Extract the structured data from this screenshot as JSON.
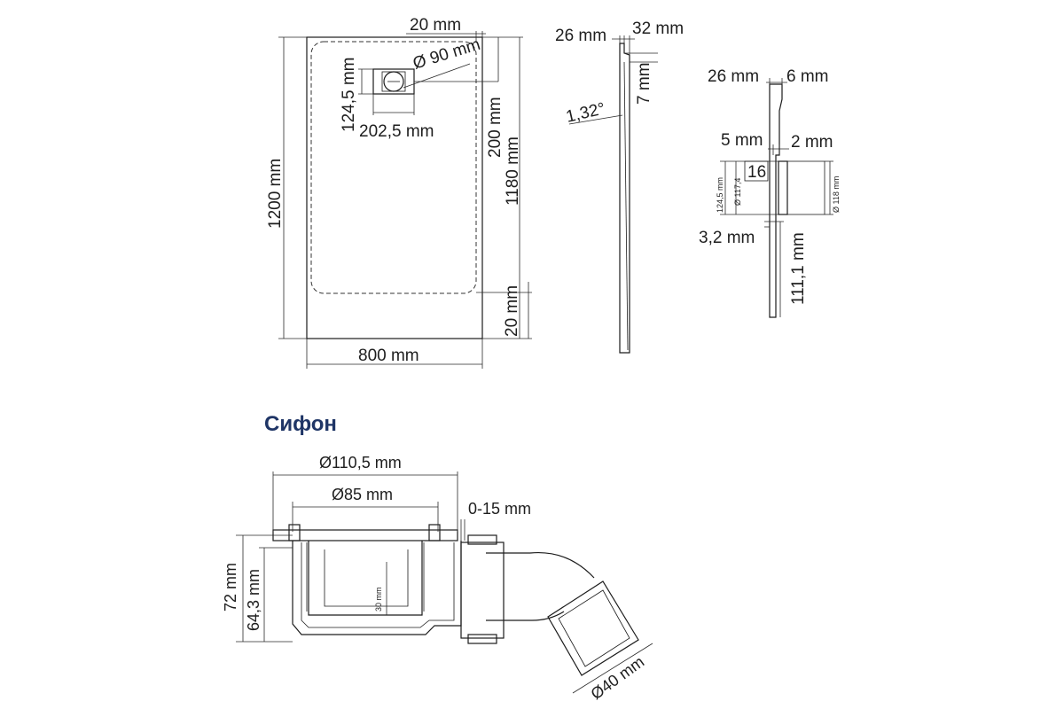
{
  "section_title": "Сифон",
  "colors": {
    "title": "#1f3566",
    "line": "#1c1c1c"
  },
  "plan": {
    "width": "800 mm",
    "height": "1200 mm",
    "inner_height": "1180 mm",
    "edge_top": "20 mm",
    "edge_bottom": "20 mm",
    "drain_offset": "200 mm",
    "drain_diameter": "Ø 90 mm",
    "drain_x": "202,5 mm",
    "drain_y": "124,5 mm"
  },
  "profile": {
    "left_thickness": "26 mm",
    "right_thickness": "32 mm",
    "step": "7 mm",
    "slope": "1,32°"
  },
  "section": {
    "thickness": "26 mm",
    "lip": "6 mm",
    "gap_left": "5 mm",
    "gap_right": "2 mm",
    "label_16": "16",
    "hole_124": "124,5 mm",
    "hole_117": "Ø 117,4",
    "hole_118": "Ø 118 mm",
    "offset_32": "3,2 mm",
    "lower": "111,1 mm"
  },
  "siphon": {
    "outer_diameter": "Ø110,5 mm",
    "inner_diameter": "Ø85 mm",
    "adjust": "0-15 mm",
    "total_height": "72 mm",
    "body_height": "64,3 mm",
    "cup_height": "30 mm",
    "outlet": "Ø40 mm"
  }
}
